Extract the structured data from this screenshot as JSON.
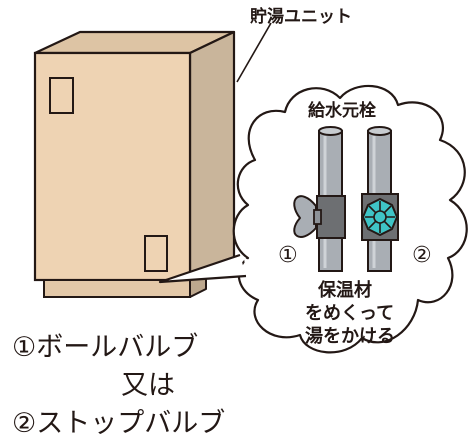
{
  "labels": {
    "unit": "貯湯ユニット",
    "valve_title": "給水元栓",
    "num_ball": "①",
    "num_stop": "②",
    "instruction_line1": "保温材",
    "instruction_line2": "をめくって",
    "instruction_line3": "湯をかける"
  },
  "caption": {
    "line1": "①ボールバルブ",
    "line2": "又は",
    "line3": "②ストップバルブ"
  },
  "colors": {
    "unit_front": "#eed3b3",
    "unit_side": "#c9b59b",
    "pipe": "#a9aeb4",
    "band": "#6d6f72",
    "valve_wheel": "#3fc4c6",
    "outline": "#231815"
  }
}
